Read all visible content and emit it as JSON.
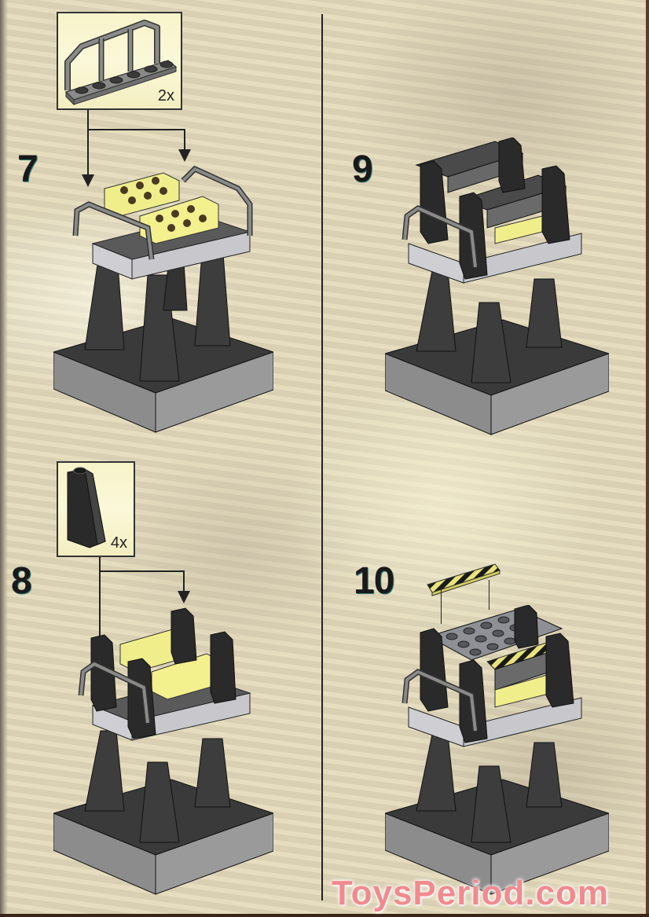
{
  "page": {
    "type": "building-instructions",
    "columns": 2
  },
  "steps": [
    {
      "number": "7",
      "part": "gray railing / fence plate 1x6",
      "quantity": "2x",
      "part_color": "#7a7a78"
    },
    {
      "number": "8",
      "part": "black slope brick 1x2x3",
      "quantity": "4x",
      "part_color": "#2a2a2a"
    },
    {
      "number": "9",
      "part": "",
      "quantity": "",
      "part_color": ""
    },
    {
      "number": "10",
      "part": "yellow/black hazard-stripe tile 1x4",
      "quantity": "",
      "part_color": "#e8e27a"
    }
  ],
  "watermark": {
    "text": "ToysPeriod.com",
    "color": "#f18a8f"
  },
  "colors": {
    "background": "#dcd3b8",
    "callout_bg": "#f7f3c9",
    "dark_gray": "#3b3b3b",
    "light_gray": "#c8c8cc",
    "yellow": "#f0ee8a",
    "divider": "#222222"
  }
}
